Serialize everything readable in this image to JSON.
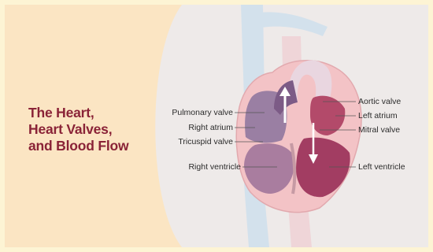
{
  "title": {
    "line1": "The Heart,",
    "line2": "Heart Valves,",
    "line3": "and Blood Flow"
  },
  "labels": {
    "left": {
      "pulmonary_valve": "Pulmonary valve",
      "right_atrium": "Right atrium",
      "tricuspid_valve": "Tricuspid valve",
      "right_ventricle": "Right ventricle"
    },
    "right": {
      "aortic_valve": "Aortic valve",
      "left_atrium": "Left atrium",
      "mitral_valve": "Mitral valve",
      "left_ventricle": "Left ventricle"
    }
  },
  "colors": {
    "title": "#8a2337",
    "background_left": "#fbe5c3",
    "background_right": "#eeeae9",
    "vessel_blue": "#d3e1ec",
    "heart_wall": "#f3c3c6",
    "chamber_blue": "#9a7fa3",
    "chamber_red": "#b34a6a"
  }
}
